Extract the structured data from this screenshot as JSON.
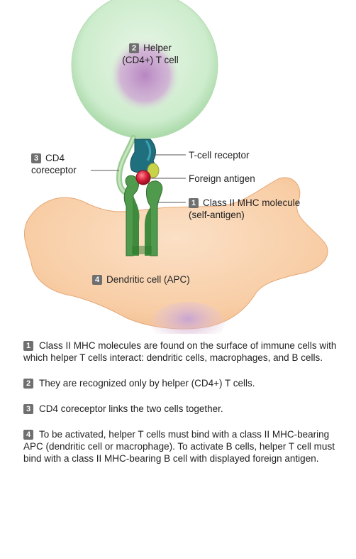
{
  "labels": {
    "helper_num": "2",
    "helper_line1": "Helper",
    "helper_line2": "(CD4+) T cell",
    "cd4_num": "3",
    "cd4_line1": "CD4",
    "cd4_line2": "coreceptor",
    "tcr": "T-cell receptor",
    "antigen": "Foreign antigen",
    "mhc_num": "1",
    "mhc_line1": "Class II MHC molecule",
    "mhc_line2": "(self-antigen)",
    "dendritic_num": "4",
    "dendritic": "Dendritic cell (APC)"
  },
  "notes": [
    {
      "num": "1",
      "text": "Class II MHC molecules are found on the surface of immune cells with which helper T cells interact: dendritic cells, macrophages, and B cells."
    },
    {
      "num": "2",
      "text": "They are recognized only by helper (CD4+) T cells."
    },
    {
      "num": "3",
      "text": "CD4 coreceptor links the two cells together."
    },
    {
      "num": "4",
      "text": "To be activated, helper T cells must bind with a class II MHC-bearing APC (dendritic cell or macrophage). To activate B cells, helper T cell must bind with a class II MHC-bearing B cell with displayed foreign antigen."
    }
  ],
  "colors": {
    "t_cell": "#cdeccd",
    "t_nucleus": "#c9a8cf",
    "dendritic": "#f6c79a",
    "dendritic_nucleus": "#d2b2d4",
    "mhc": "#4f9a4c",
    "tcr": "#1f6f7f",
    "antigen": "#d81f3a",
    "badge": "#6f6f6f"
  }
}
